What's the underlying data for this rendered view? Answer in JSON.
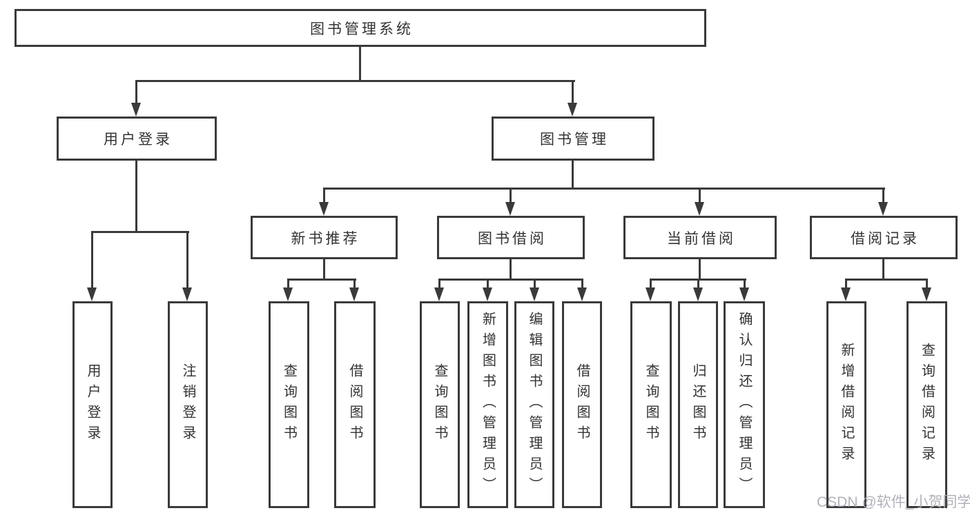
{
  "diagram": {
    "title": "图书管理系统",
    "level2": {
      "user_login": "用户登录",
      "book_mgmt": "图书管理"
    },
    "level3": {
      "new_book": "新书推荐",
      "book_borrow": "图书借阅",
      "current_borrow": "当前借阅",
      "borrow_record": "借阅记录"
    },
    "leaves": {
      "user_login_leaf": "用户登录",
      "logout": "注销登录",
      "query_book_newbook": "查询图书",
      "borrow_book_newbook": "借阅图书",
      "query_book_borrow": "查询图书",
      "add_book_admin": "新增图书（管理员）",
      "edit_book_admin": "编辑图书（管理员）",
      "borrow_book_borrow": "借阅图书",
      "query_book_current": "查询图书",
      "return_book": "归还图书",
      "confirm_return_admin": "确认归还（管理员）",
      "add_borrow_record": "新增借阅记录",
      "query_borrow_record": "查询借阅记录"
    },
    "watermark": "CSDN @软件_小贺同学",
    "colors": {
      "line": "#3a3a3a",
      "text": "#333333",
      "watermark": "#a9a9b4",
      "background": "#ffffff"
    }
  }
}
